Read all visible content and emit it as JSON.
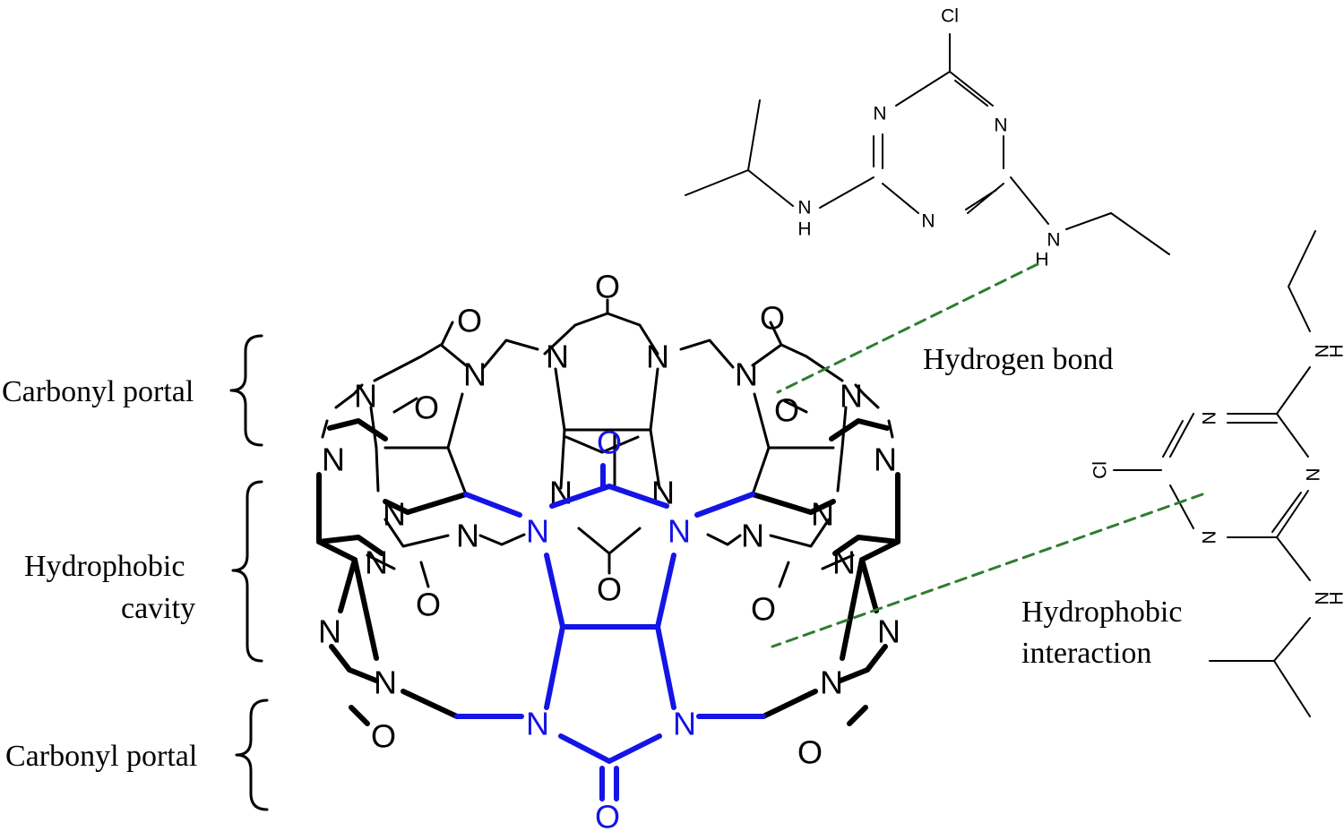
{
  "labels": {
    "carbonyl_portal_top": "Carbonyl portal",
    "hydrophobic_cavity_line1": "Hydrophobic",
    "hydrophobic_cavity_line2": "cavity",
    "carbonyl_portal_bottom": "Carbonyl portal",
    "hydrogen_bond": "Hydrogen bond",
    "hydrophobic_interaction_line1": "Hydrophobic",
    "hydrophobic_interaction_line2": "interaction"
  },
  "atoms": {
    "nitrogen": "N",
    "oxygen": "O",
    "chlorine": "Cl",
    "hydrogen": "H"
  },
  "colors": {
    "structure": "#000000",
    "highlight_unit": "#1414e6",
    "interaction_line": "#2e7d32"
  }
}
